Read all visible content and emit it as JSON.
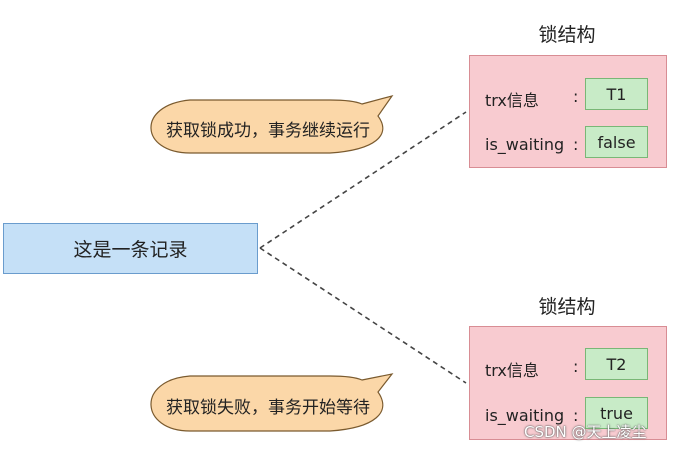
{
  "record": {
    "label": "这是一条记录"
  },
  "locks": [
    {
      "title": "锁结构",
      "fields": [
        {
          "label": "trx信息",
          "colon": ":",
          "value": "T1"
        },
        {
          "label": "is_waiting",
          "colon": ":",
          "value": "false"
        }
      ]
    },
    {
      "title": "锁结构",
      "fields": [
        {
          "label": "trx信息",
          "colon": ":",
          "value": "T2"
        },
        {
          "label": "is_waiting",
          "colon": ":",
          "value": "true"
        }
      ]
    }
  ],
  "bubbles": [
    {
      "text": "获取锁成功，事务继续运行"
    },
    {
      "text": "获取锁失败，事务开始等待"
    }
  ],
  "watermark": "CSDN @天上凌尘",
  "colors": {
    "record_fill": "#c5e0f7",
    "lock_fill": "#f8cbd0",
    "value_fill": "#c8ebc7",
    "bubble_fill": "#fbd7a8"
  }
}
